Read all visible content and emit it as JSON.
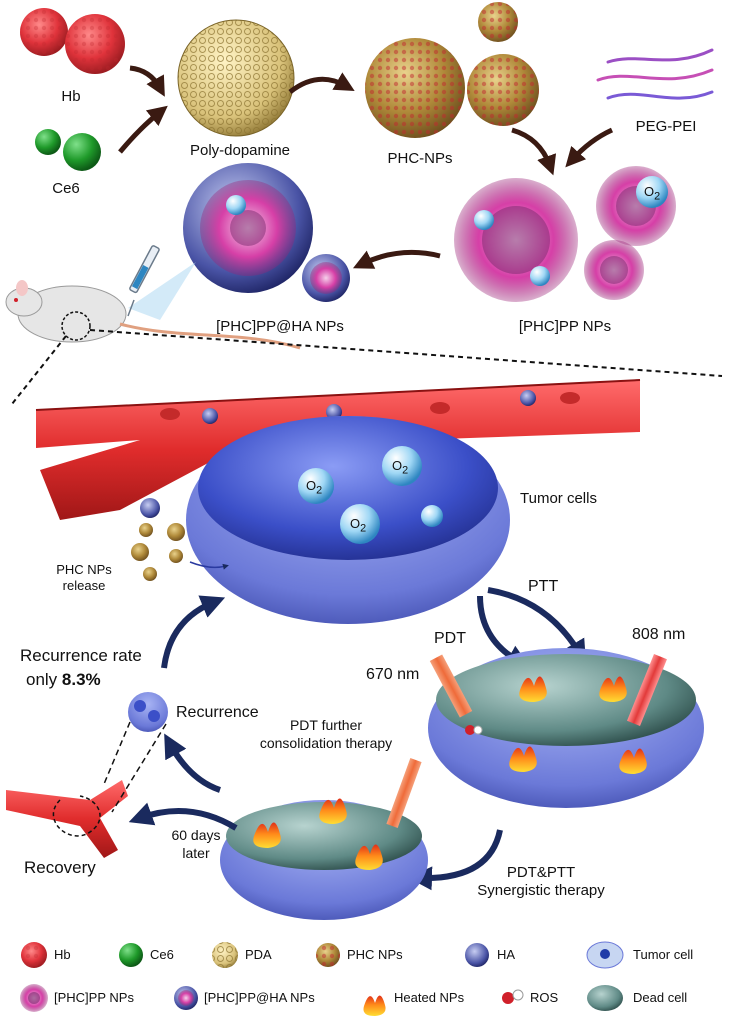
{
  "labels": {
    "hb": "Hb",
    "ce6": "Ce6",
    "polydopamine": "Poly-dopamine",
    "phc_nps": "PHC-NPs",
    "peg_pei": "PEG-PEI",
    "phc_pp_nps": "[PHC]PP NPs",
    "phc_pp_ha_nps": "[PHC]PP@HA NPs",
    "tumor_cells": "Tumor cells",
    "phc_release_line1": "PHC NPs",
    "phc_release_line2": "release",
    "ptt": "PTT",
    "pdt": "PDT",
    "nm808": "808 nm",
    "nm670": "670 nm",
    "recurrence_rate_line1": "Recurrence rate",
    "recurrence_rate_prefix": "only ",
    "recurrence_rate_value": "8.3%",
    "recurrence": "Recurrence",
    "pdt_further_line1": "PDT further",
    "pdt_further_line2": "consolidation therapy",
    "days_line1": "60 days",
    "days_line2": "later",
    "recovery": "Recovery",
    "synergy_line1": "PDT&PTT",
    "synergy_line2": "Synergistic therapy",
    "o2": "O",
    "o2_sub": "2"
  },
  "legend": [
    {
      "icon": "hb-icon",
      "label": "Hb"
    },
    {
      "icon": "ce6-icon",
      "label": "Ce6"
    },
    {
      "icon": "pda-icon",
      "label": "PDA"
    },
    {
      "icon": "phc-nps-icon",
      "label": "PHC NPs"
    },
    {
      "icon": "ha-icon",
      "label": "HA"
    },
    {
      "icon": "tumor-cell-icon",
      "label": "Tumor cell"
    },
    {
      "icon": "phc-pp-nps-icon",
      "label": "[PHC]PP NPs"
    },
    {
      "icon": "phc-pp-ha-nps-icon",
      "label": "[PHC]PP@HA NPs"
    },
    {
      "icon": "heated-nps-icon",
      "label": "Heated NPs"
    },
    {
      "icon": "ros-icon",
      "label": "ROS"
    },
    {
      "icon": "dead-cell-icon",
      "label": "Dead cell"
    }
  ],
  "colors": {
    "hb": "#e8393f",
    "ce6": "#1f9a2a",
    "pda": "#d9c27a",
    "vessel": "#e03a3a",
    "tumor": "#3b4fc8",
    "pink": "#d63fa7",
    "arrow": "#1a2a5e",
    "laser670": "#f07a4a",
    "laser808": "#e84a4a",
    "fire": "#ff8a1a"
  }
}
